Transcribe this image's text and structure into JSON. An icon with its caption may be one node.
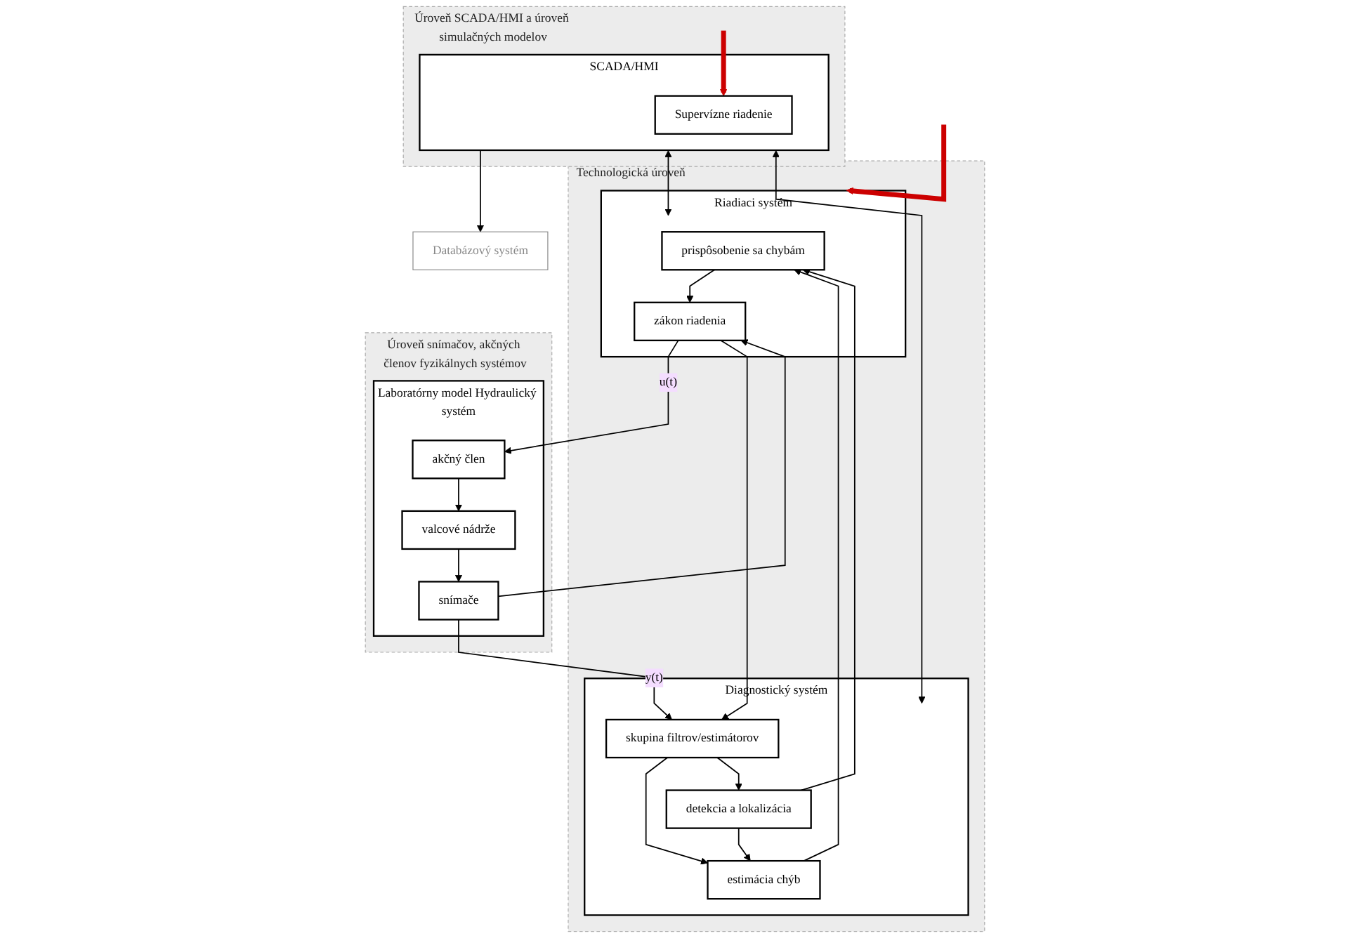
{
  "diagram": {
    "nodes": [
      {
        "text": [
          "Databázový systém"
        ]
      },
      {
        "text": [
          "Úroveň SCADA/HMI a úroveň simulačných modelov"
        ]
      },
      {
        "text": [
          "SCADA/HMI"
        ],
        "in": 1
      },
      {
        "text": [
          "Supervízne riadenie"
        ],
        "in": 2
      },
      {
        "text": [
          "Technologická úroveň"
        ]
      },
      {
        "text": [
          "Riadiaci systém"
        ],
        "in": 4
      },
      {
        "text": [
          "prispôsobenie sa chybám"
        ],
        "in": 5
      },
      {
        "text": [
          "zákon riadenia"
        ],
        "in": 5
      },
      {
        "text": [
          "Diagnostický systém"
        ],
        "in": 4
      },
      {
        "text": [
          "estimácia chýb"
        ],
        "in": 8
      },
      {
        "text": [
          "detekcia a lokalizácia"
        ],
        "in": 8
      },
      {
        "text": [
          "skupina filtrov/estimátorov"
        ],
        "in": 8
      },
      {
        "text": [
          "Úroveň snímačov, akčných členov fyzikálnych systémov"
        ]
      },
      {
        "text": [
          "Laboratórny model Hydraulický systém"
        ],
        "in": 12
      },
      {
        "text": [
          "akčný člen"
        ],
        "in": 13
      },
      {
        "text": [
          "valcové nádrže"
        ],
        "in": 13
      },
      {
        "text": [
          "snímače"
        ],
        "in": 13
      }
    ],
    "edges": [
      {
        "from": null,
        "to": 3,
        "arrow": "to",
        "style": "thick",
        "color": "#cc0000"
      },
      {
        "from": 2,
        "to": 0,
        "arrow": "to"
      },
      {
        "from": 2,
        "to": 5,
        "arrow": "both"
      },
      {
        "from": 2,
        "to": 8,
        "arrow": "both"
      },
      {
        "from": null,
        "to": 5,
        "arrow": "to",
        "style": "thick",
        "color": "#cc0000"
      },
      {
        "from": 9,
        "to": 6,
        "arrow": "to"
      },
      {
        "from": 10,
        "to": 6,
        "arrow": "to"
      },
      {
        "from": 10,
        "to": 9,
        "arrow": "to"
      },
      {
        "from": 11,
        "to": 9,
        "arrow": "to"
      },
      {
        "from": 11,
        "to": 10,
        "arrow": "to"
      },
      {
        "from": 6,
        "to": 7,
        "arrow": "to"
      },
      {
        "from": 7,
        "to": 14,
        "arrow": "to",
        "label": "u(t)"
      },
      {
        "from": 7,
        "to": 11,
        "arrow": "to"
      },
      {
        "from": 16,
        "to": 11,
        "arrow": "to",
        "label": "y(t)"
      },
      {
        "from": 16,
        "to": 7,
        "arrow": "to"
      },
      {
        "from": 14,
        "to": 15,
        "arrow": "to"
      },
      {
        "from": 15,
        "to": 16,
        "arrow": "to"
      }
    ]
  }
}
